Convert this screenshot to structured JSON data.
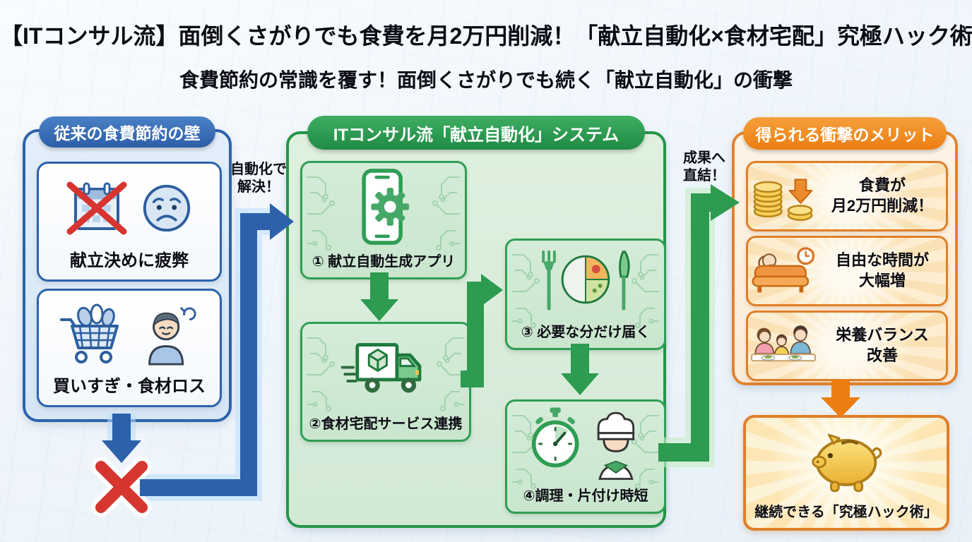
{
  "title": "【ITコンサル流】面倒くさがりでも食費を月2万円削減！「献立自動化×食材宅配」究極ハック術",
  "subtitle": "食費節約の常識を覆す！面倒くさがりでも続く「献立自動化」の衝撃",
  "left_panel": {
    "header": "従来の食費節約の壁",
    "items": [
      {
        "label": "献立決めに疲弊",
        "icons": [
          "crossed-calendar-icon",
          "sad-face-icon"
        ]
      },
      {
        "label": "買いすぎ・食材ロス",
        "icons": [
          "overflowing-cart-icon",
          "distressed-person-icon"
        ]
      }
    ],
    "fail_icon": "red-cross-icon"
  },
  "center_panel": {
    "header": "ITコンサル流「献立自動化」システム",
    "steps": [
      {
        "label": "① 献立自動生成アプリ",
        "icon": "phone-gear-icon"
      },
      {
        "label": "②食材宅配サービス連携",
        "icon": "delivery-truck-icon"
      },
      {
        "label": "③ 必要な分だけ届く",
        "icon": "meal-plate-icon"
      },
      {
        "label": "④調理・片付け時短",
        "icon": "stopwatch-chef-icon"
      }
    ]
  },
  "right_panel": {
    "header": "得られる衝撃のメリット",
    "benefits": [
      {
        "lines": [
          "食費が",
          "月2万円削減！"
        ],
        "icon": "coins-down-arrow-icon"
      },
      {
        "lines": [
          "自由な時間が",
          "大幅増"
        ],
        "icon": "relax-sofa-clock-icon"
      },
      {
        "lines": [
          "栄養バランス",
          "改善"
        ],
        "icon": "family-meal-icon"
      }
    ],
    "result": {
      "label": "継続できる「究極ハック術」",
      "icon": "piggy-bank-icon"
    }
  },
  "connectors": {
    "left_to_center": {
      "lines": [
        "自動化で",
        "解決！"
      ]
    },
    "center_to_right": {
      "lines": [
        "成果へ",
        "直結！"
      ]
    }
  },
  "colors": {
    "blue": "#2d62ab",
    "green": "#259549",
    "orange": "#e8832d",
    "red": "#d7352f",
    "gold": "#f2c24e"
  }
}
